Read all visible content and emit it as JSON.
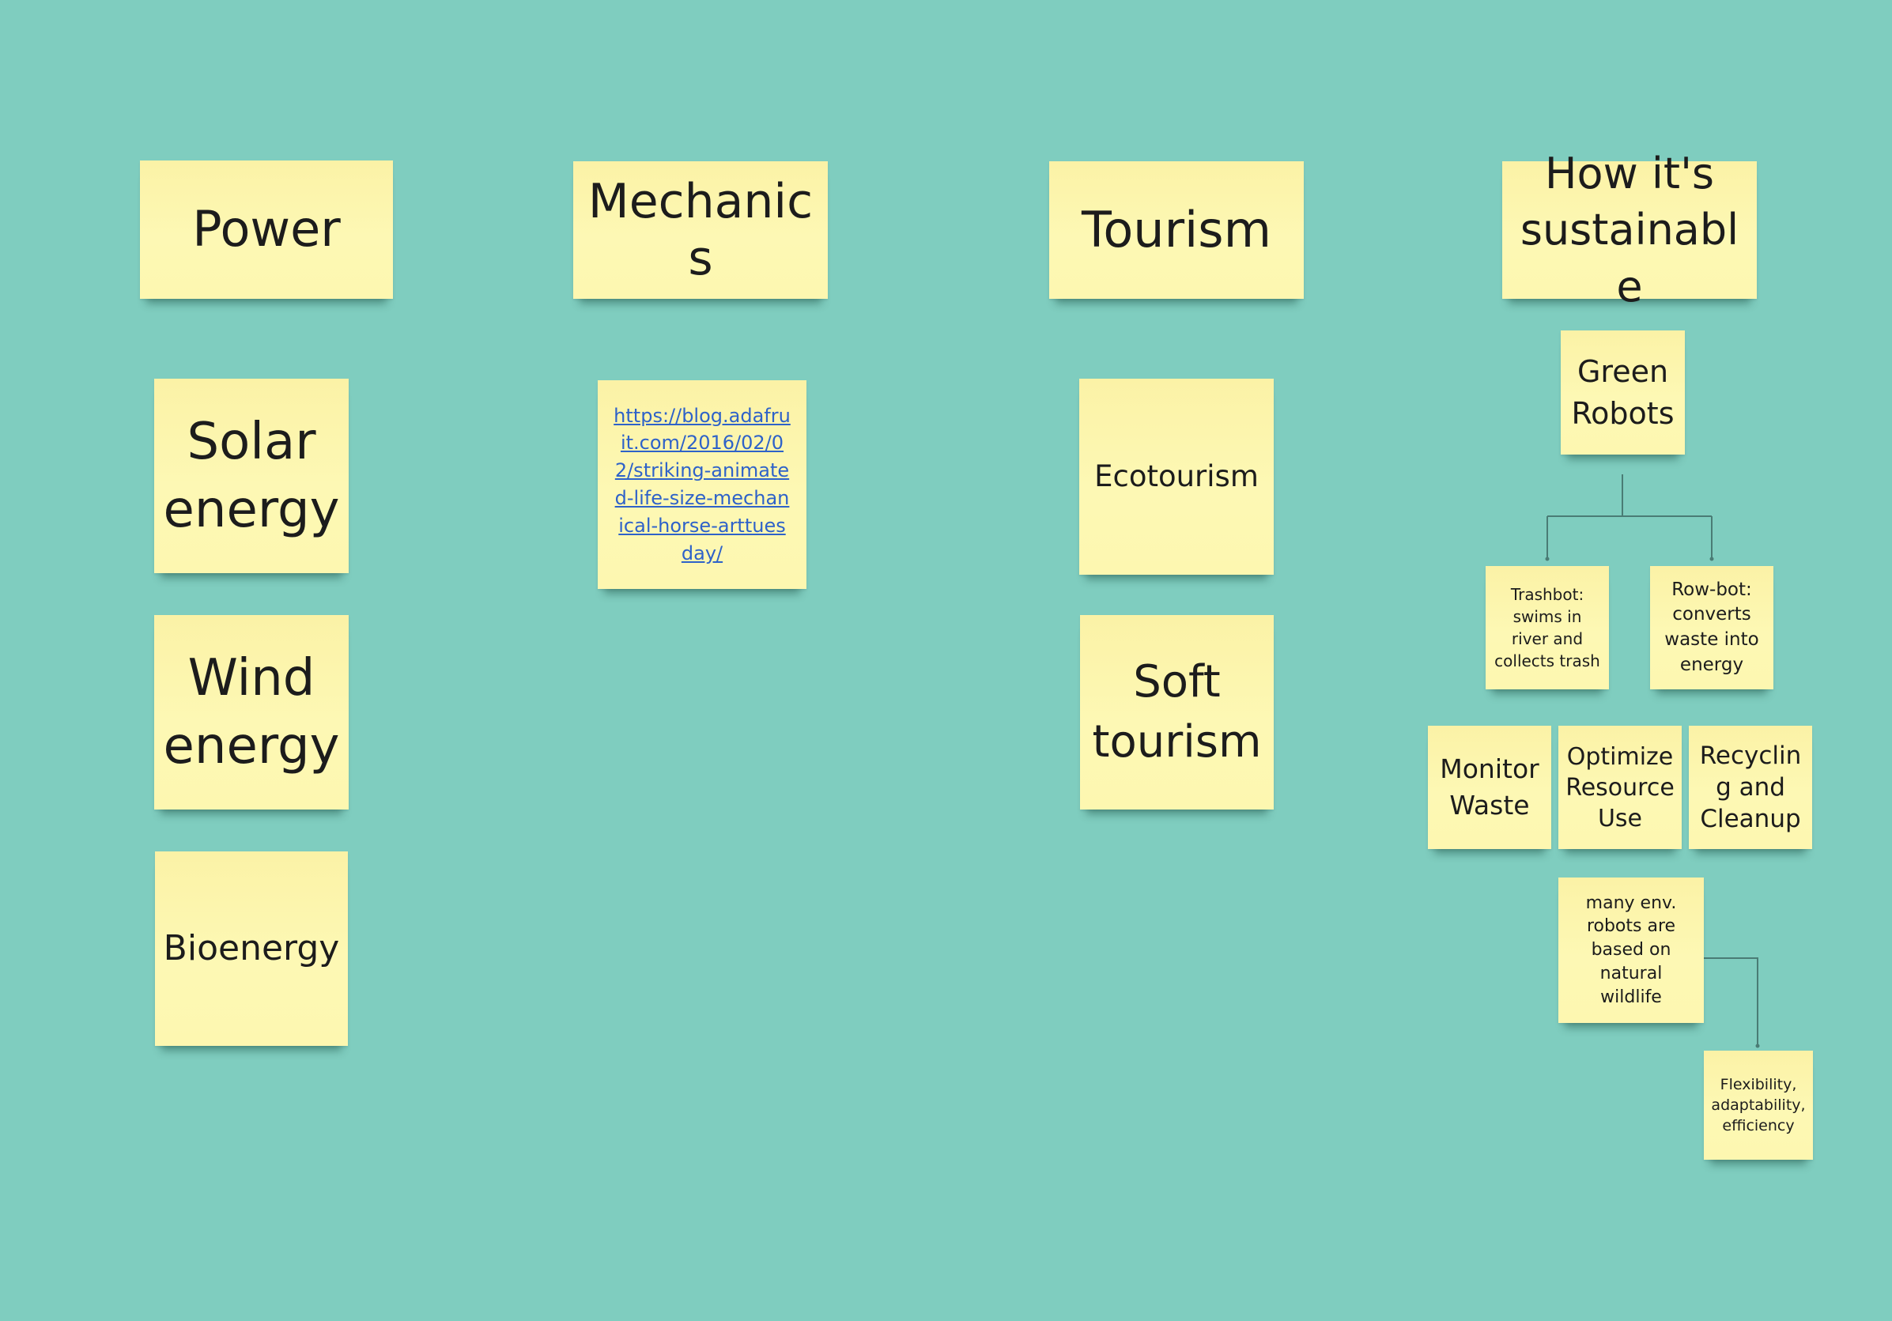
{
  "board": {
    "background_color": "#7fcdbf",
    "note_color": "#fdf7b0",
    "connector_color": "#4a7c75",
    "link_color": "#2e62c9"
  },
  "columns": {
    "power": {
      "header": "Power",
      "items": [
        "Solar energy",
        "Wind energy",
        "Bioenergy"
      ]
    },
    "mechanics": {
      "header": "Mechanics",
      "link": "https://blog.adafruit.com/2016/02/02/striking-animated-life-size-mechanical-horse-arttuesday/"
    },
    "tourism": {
      "header": "Tourism",
      "items": [
        "Ecotourism",
        "Soft tourism"
      ]
    },
    "sustainable": {
      "header": "How it's sustainable",
      "root": "Green Robots",
      "branches": [
        "Trashbot: swims in river and collects trash",
        "Row-bot: converts waste into energy"
      ],
      "benefits": [
        "Monitor Waste",
        "Optimize Resource Use",
        "Recycling and Cleanup"
      ],
      "note": "many env. robots are based on natural wildlife",
      "note_child": "Flexibility, adaptability, efficiency"
    }
  }
}
